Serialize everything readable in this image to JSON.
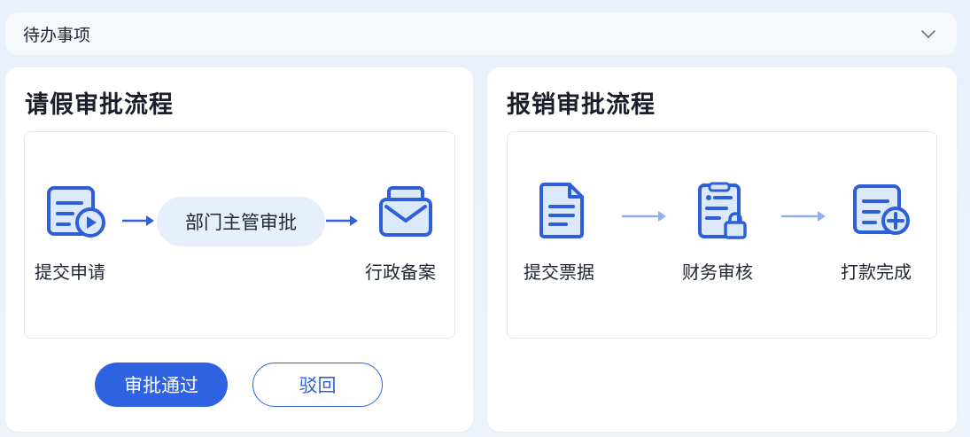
{
  "todo": {
    "title": "待办事项"
  },
  "leave": {
    "title": "请假审批流程",
    "steps": [
      {
        "label": "提交申请",
        "icon": "form-play-icon"
      },
      {
        "label": "部门主管审批",
        "icon": ""
      },
      {
        "label": "行政备案",
        "icon": "mail-tray-icon"
      }
    ],
    "approve_label": "审批通过",
    "reject_label": "驳回"
  },
  "reimb": {
    "title": "报销审批流程",
    "steps": [
      {
        "label": "提交票据",
        "icon": "document-icon"
      },
      {
        "label": "财务审核",
        "icon": "clipboard-lock-icon"
      },
      {
        "label": "打款完成",
        "icon": "form-plus-icon"
      }
    ]
  },
  "colors": {
    "accent": "#2f62e0",
    "icon_stroke": "#2f5fd8",
    "icon_fill": "#dce9fb",
    "pill_bg": "#e6f0fd"
  }
}
